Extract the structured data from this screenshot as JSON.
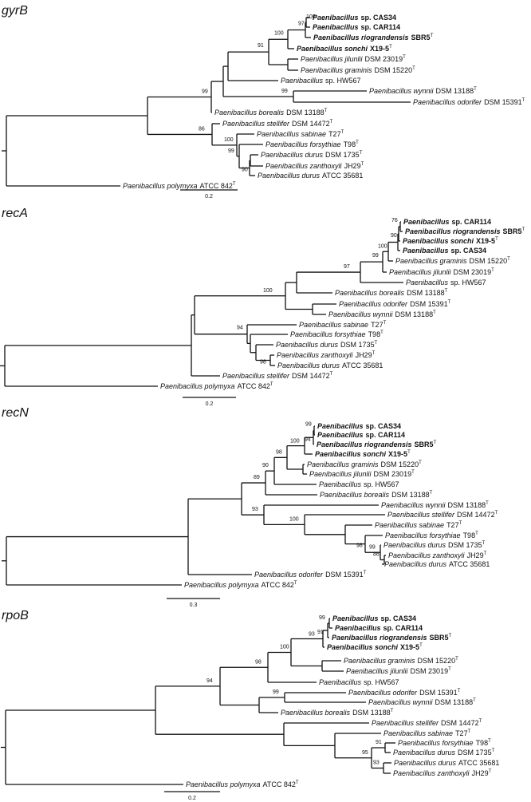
{
  "panels": [
    {
      "gene": "gyrB",
      "scale_label": "0.2",
      "taxa": [
        {
          "genus": "Paenibacillus",
          "strain": "sp. CAS34",
          "bold": true,
          "type": false
        },
        {
          "genus": "Paenibacillus",
          "strain": "sp. CAR114",
          "bold": true,
          "type": false
        },
        {
          "genus": "Paenibacillus riograndensis",
          "strain": "SBR5",
          "bold": true,
          "type": true
        },
        {
          "genus": "Paenibacillus sonchi",
          "strain": "X19-5",
          "bold": true,
          "type": true
        },
        {
          "genus": "Paenibacillus jilunlii",
          "strain": "DSM 23019",
          "bold": false,
          "type": true
        },
        {
          "genus": "Paenibacillus graminis",
          "strain": "DSM 15220",
          "bold": false,
          "type": true
        },
        {
          "genus": "Paenibacillus",
          "strain": "sp. HW567",
          "bold": false,
          "type": false
        },
        {
          "genus": "Paenibacillus wynnii",
          "strain": "DSM 13188",
          "bold": false,
          "type": true
        },
        {
          "genus": "Paenibacillus odorifer",
          "strain": "DSM 15391",
          "bold": false,
          "type": true
        },
        {
          "genus": "Paenibacillus borealis",
          "strain": "DSM 13188",
          "bold": false,
          "type": true
        },
        {
          "genus": "Paenibacillus stellifer",
          "strain": "DSM 14472",
          "bold": false,
          "type": true
        },
        {
          "genus": "Paenibacillus sabinae",
          "strain": "T27",
          "bold": false,
          "type": true
        },
        {
          "genus": "Paenibacillus forsythiae",
          "strain": "T98",
          "bold": false,
          "type": true
        },
        {
          "genus": "Paenibacillus durus",
          "strain": "DSM 1735",
          "bold": false,
          "type": true
        },
        {
          "genus": "Paenibacillus zanthoxyli",
          "strain": "JH29",
          "bold": false,
          "type": true
        },
        {
          "genus": "Paenibacillus durus",
          "strain": "ATCC 35681",
          "bold": false,
          "type": false
        },
        {
          "genus": "Paenibacillus polymyxa",
          "strain": "ATCC 842",
          "bold": false,
          "type": true
        }
      ],
      "bootstrap": [
        "100",
        "97",
        "100",
        "91",
        "99",
        "99",
        "86",
        "100",
        "99",
        "90"
      ]
    },
    {
      "gene": "recA",
      "scale_label": "0.2",
      "taxa": [
        {
          "genus": "Paenibacillus",
          "strain": "sp. CAR114",
          "bold": true,
          "type": false
        },
        {
          "genus": "Paenibacillus riograndensis",
          "strain": "SBR5",
          "bold": true,
          "type": true
        },
        {
          "genus": "Paenibacillus sonchi",
          "strain": "X19-5",
          "bold": true,
          "type": true
        },
        {
          "genus": "Paenibacillus",
          "strain": "sp. CAS34",
          "bold": true,
          "type": false
        },
        {
          "genus": "Paenibacillus graminis",
          "strain": "DSM 15220",
          "bold": false,
          "type": true
        },
        {
          "genus": "Paenibacillus jilunlii",
          "strain": "DSM 23019",
          "bold": false,
          "type": true
        },
        {
          "genus": "Paenibacillus",
          "strain": "sp. HW567",
          "bold": false,
          "type": false
        },
        {
          "genus": "Paenibacillus borealis",
          "strain": "DSM 13188",
          "bold": false,
          "type": true
        },
        {
          "genus": "Paenibacillus odorifer",
          "strain": "DSM 15391",
          "bold": false,
          "type": true
        },
        {
          "genus": "Paenibacillus wynnii",
          "strain": "DSM 13188",
          "bold": false,
          "type": true
        },
        {
          "genus": "Paenibacillus sabinae",
          "strain": "T27",
          "bold": false,
          "type": true
        },
        {
          "genus": "Paenibacillus forsythiae",
          "strain": "T98",
          "bold": false,
          "type": true
        },
        {
          "genus": "Paenibacillus durus",
          "strain": "DSM 1735",
          "bold": false,
          "type": true
        },
        {
          "genus": "Paenibacillus zanthoxyli",
          "strain": "JH29",
          "bold": false,
          "type": true
        },
        {
          "genus": "Paenibacillus durus",
          "strain": "ATCC 35681",
          "bold": false,
          "type": false
        },
        {
          "genus": "Paenibacillus stellifer",
          "strain": "DSM 14472",
          "bold": false,
          "type": true
        },
        {
          "genus": "Paenibacillus polymyxa",
          "strain": "ATCC 842",
          "bold": false,
          "type": true
        }
      ],
      "bootstrap": [
        "76",
        "90",
        "100",
        "99",
        "97",
        "100",
        "94",
        "98"
      ]
    },
    {
      "gene": "recN",
      "scale_label": "0.3",
      "taxa": [
        {
          "genus": "Paenibacillus",
          "strain": "sp. CAS34",
          "bold": true,
          "type": false
        },
        {
          "genus": "Paenibacillus",
          "strain": "sp. CAR114",
          "bold": true,
          "type": false
        },
        {
          "genus": "Paenibacillus riograndensis",
          "strain": "SBR5",
          "bold": true,
          "type": true
        },
        {
          "genus": "Paenibacillus sonchi",
          "strain": "X19-5",
          "bold": true,
          "type": true
        },
        {
          "genus": "Paenibacillus graminis",
          "strain": "DSM 15220",
          "bold": false,
          "type": true
        },
        {
          "genus": "Paenibacillus jilunlii",
          "strain": "DSM 23019",
          "bold": false,
          "type": true
        },
        {
          "genus": "Paenibacillus",
          "strain": "sp. HW567",
          "bold": false,
          "type": false
        },
        {
          "genus": "Paenibacillus borealis",
          "strain": "DSM 13188",
          "bold": false,
          "type": true
        },
        {
          "genus": "Paenibacillus wynnii",
          "strain": "DSM 13188",
          "bold": false,
          "type": true
        },
        {
          "genus": "Paenibacillus stellifer",
          "strain": "DSM 14472",
          "bold": false,
          "type": true
        },
        {
          "genus": "Paenibacillus sabinae",
          "strain": "T27",
          "bold": false,
          "type": true
        },
        {
          "genus": "Paenibacillus forsythiae",
          "strain": "T98",
          "bold": false,
          "type": true
        },
        {
          "genus": "Paenibacillus durus",
          "strain": "DSM 1735",
          "bold": false,
          "type": true
        },
        {
          "genus": "Paenibacillus zanthoxyli",
          "strain": "JH29",
          "bold": false,
          "type": true
        },
        {
          "genus": "Paenibacillus durus",
          "strain": "ATCC 35681",
          "bold": false,
          "type": false
        },
        {
          "genus": "Paenibacillus odorifer",
          "strain": "DSM 15391",
          "bold": false,
          "type": true
        },
        {
          "genus": "Paenibacillus polymyxa",
          "strain": "ATCC 842",
          "bold": false,
          "type": true
        }
      ],
      "bootstrap": [
        "99",
        "94",
        "100",
        "98",
        "90",
        "89",
        "93",
        "100",
        "98",
        "99",
        "86"
      ]
    },
    {
      "gene": "rpoB",
      "scale_label": "0.2",
      "taxa": [
        {
          "genus": "Paenibacillus",
          "strain": "sp. CAS34",
          "bold": true,
          "type": false
        },
        {
          "genus": "Paenibacillus",
          "strain": "sp. CAR114",
          "bold": true,
          "type": false
        },
        {
          "genus": "Paenibacillus riograndensis",
          "strain": "SBR5",
          "bold": true,
          "type": true
        },
        {
          "genus": "Paenibacillus sonchi",
          "strain": "X19-5",
          "bold": true,
          "type": true
        },
        {
          "genus": "Paenibacillus graminis",
          "strain": "DSM 15220",
          "bold": false,
          "type": true
        },
        {
          "genus": "Paenibacillus jilunlii",
          "strain": "DSM 23019",
          "bold": false,
          "type": true
        },
        {
          "genus": "Paenibacillus",
          "strain": "sp. HW567",
          "bold": false,
          "type": false
        },
        {
          "genus": "Paenibacillus odorifer",
          "strain": "DSM 15391",
          "bold": false,
          "type": true
        },
        {
          "genus": "Paenibacillus wynnii",
          "strain": "DSM 13188",
          "bold": false,
          "type": true
        },
        {
          "genus": "Paenibacillus borealis",
          "strain": "DSM 13188",
          "bold": false,
          "type": true
        },
        {
          "genus": "Paenibacillus stellifer",
          "strain": "DSM 14472",
          "bold": false,
          "type": true
        },
        {
          "genus": "Paenibacillus sabinae",
          "strain": "T27",
          "bold": false,
          "type": true
        },
        {
          "genus": "Paenibacillus forsythiae",
          "strain": "T98",
          "bold": false,
          "type": true
        },
        {
          "genus": "Paenibacillus durus",
          "strain": "DSM 1735",
          "bold": false,
          "type": true
        },
        {
          "genus": "Paenibacillus durus",
          "strain": "ATCC 35681",
          "bold": false,
          "type": false
        },
        {
          "genus": "Paenibacillus zanthoxyli",
          "strain": "JH29",
          "bold": false,
          "type": true
        },
        {
          "genus": "Paenibacillus polymyxa",
          "strain": "ATCC 842",
          "bold": false,
          "type": true
        }
      ],
      "bootstrap": [
        "99",
        "91",
        "93",
        "100",
        "98",
        "94",
        "99",
        "100",
        "99",
        "91",
        "95",
        "93"
      ]
    }
  ],
  "type_strain_mark": "T"
}
